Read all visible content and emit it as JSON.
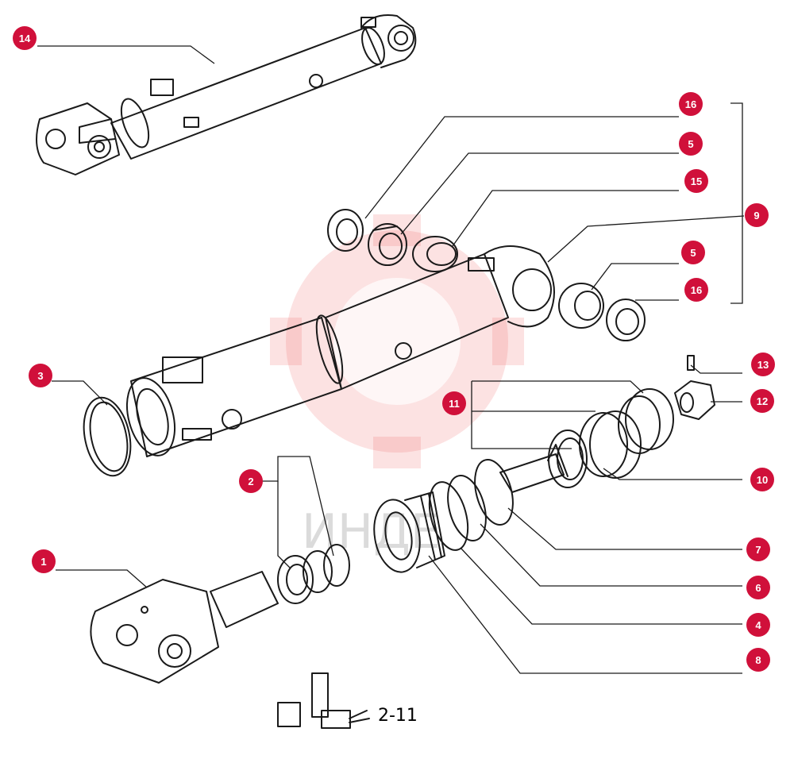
{
  "figure_label": "2-11",
  "watermark_text": "ИНДЕ",
  "colors": {
    "callout": "#d0103a",
    "line": "#1a1a1a",
    "watermark": "#f06060"
  },
  "callouts": [
    {
      "id": "c14",
      "label": "14"
    },
    {
      "id": "c16a",
      "label": "16"
    },
    {
      "id": "c5a",
      "label": "5"
    },
    {
      "id": "c15",
      "label": "15"
    },
    {
      "id": "c9",
      "label": "9"
    },
    {
      "id": "c5b",
      "label": "5"
    },
    {
      "id": "c16b",
      "label": "16"
    },
    {
      "id": "c3",
      "label": "3"
    },
    {
      "id": "c13",
      "label": "13"
    },
    {
      "id": "c11",
      "label": "11"
    },
    {
      "id": "c12",
      "label": "12"
    },
    {
      "id": "c2",
      "label": "2"
    },
    {
      "id": "c10",
      "label": "10"
    },
    {
      "id": "c1",
      "label": "1"
    },
    {
      "id": "c7",
      "label": "7"
    },
    {
      "id": "c6",
      "label": "6"
    },
    {
      "id": "c4",
      "label": "4"
    },
    {
      "id": "c8",
      "label": "8"
    }
  ]
}
